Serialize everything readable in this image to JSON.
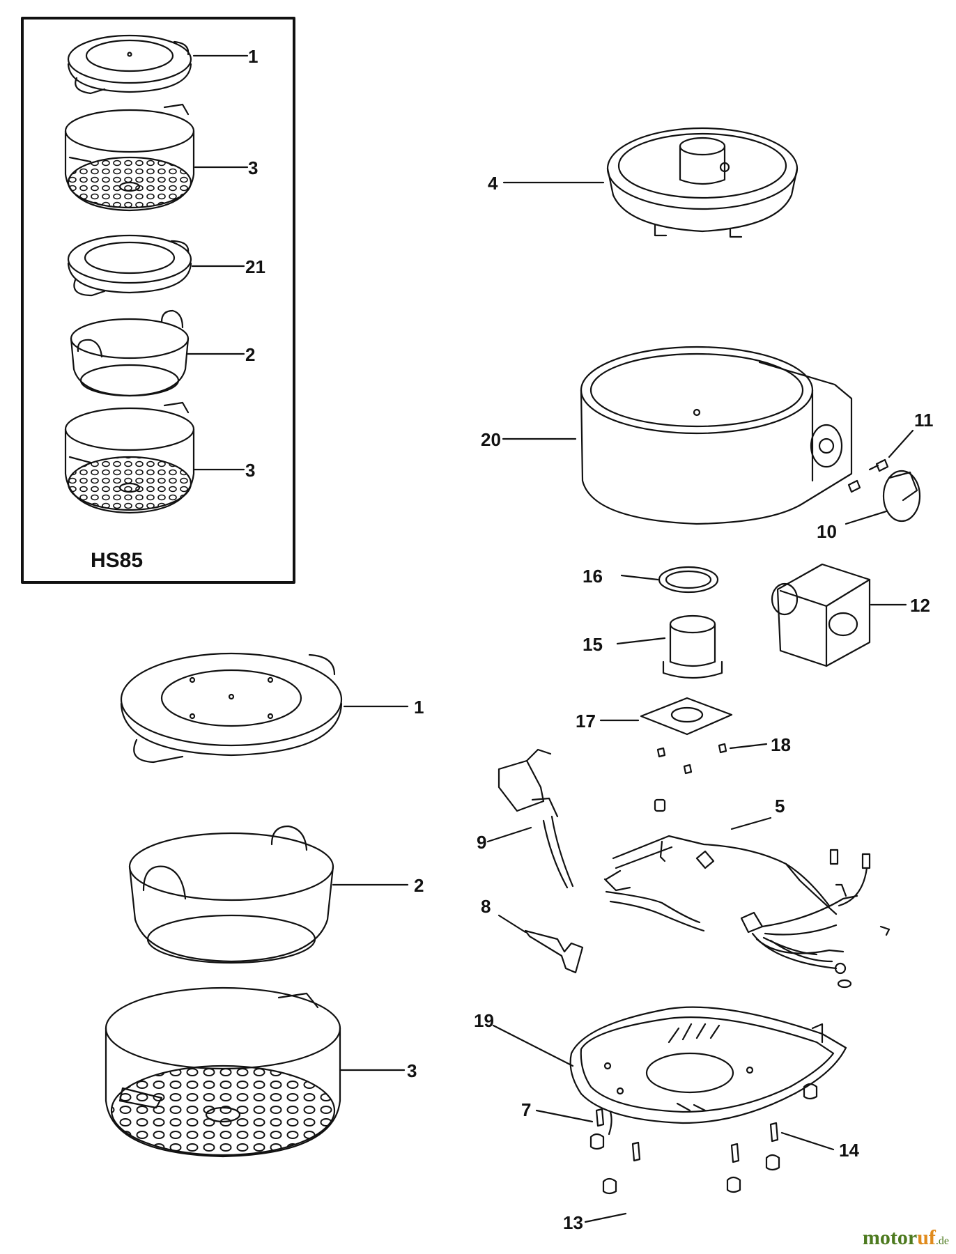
{
  "diagram": {
    "boxed_group_title": "HS85",
    "parts": [
      {
        "id": "box-1",
        "label": "1"
      },
      {
        "id": "box-3a",
        "label": "3"
      },
      {
        "id": "box-21",
        "label": "21"
      },
      {
        "id": "box-2",
        "label": "2"
      },
      {
        "id": "box-3b",
        "label": "3"
      },
      {
        "id": "main-1",
        "label": "1"
      },
      {
        "id": "main-2",
        "label": "2"
      },
      {
        "id": "main-3",
        "label": "3"
      },
      {
        "id": "p4",
        "label": "4"
      },
      {
        "id": "p20",
        "label": "20"
      },
      {
        "id": "p11",
        "label": "11"
      },
      {
        "id": "p10",
        "label": "10"
      },
      {
        "id": "p16",
        "label": "16"
      },
      {
        "id": "p12",
        "label": "12"
      },
      {
        "id": "p15",
        "label": "15"
      },
      {
        "id": "p17",
        "label": "17"
      },
      {
        "id": "p18",
        "label": "18"
      },
      {
        "id": "p5",
        "label": "5"
      },
      {
        "id": "p9",
        "label": "9"
      },
      {
        "id": "p8",
        "label": "8"
      },
      {
        "id": "p19",
        "label": "19"
      },
      {
        "id": "p7",
        "label": "7"
      },
      {
        "id": "p14",
        "label": "14"
      },
      {
        "id": "p13",
        "label": "13"
      }
    ]
  },
  "watermark": {
    "part1": "motor",
    "part2": "uf",
    "part3": ".de"
  },
  "colors": {
    "line": "#111111",
    "background": "#ffffff",
    "watermark_green": "#4d7a1f",
    "watermark_orange": "#e08a1c"
  }
}
